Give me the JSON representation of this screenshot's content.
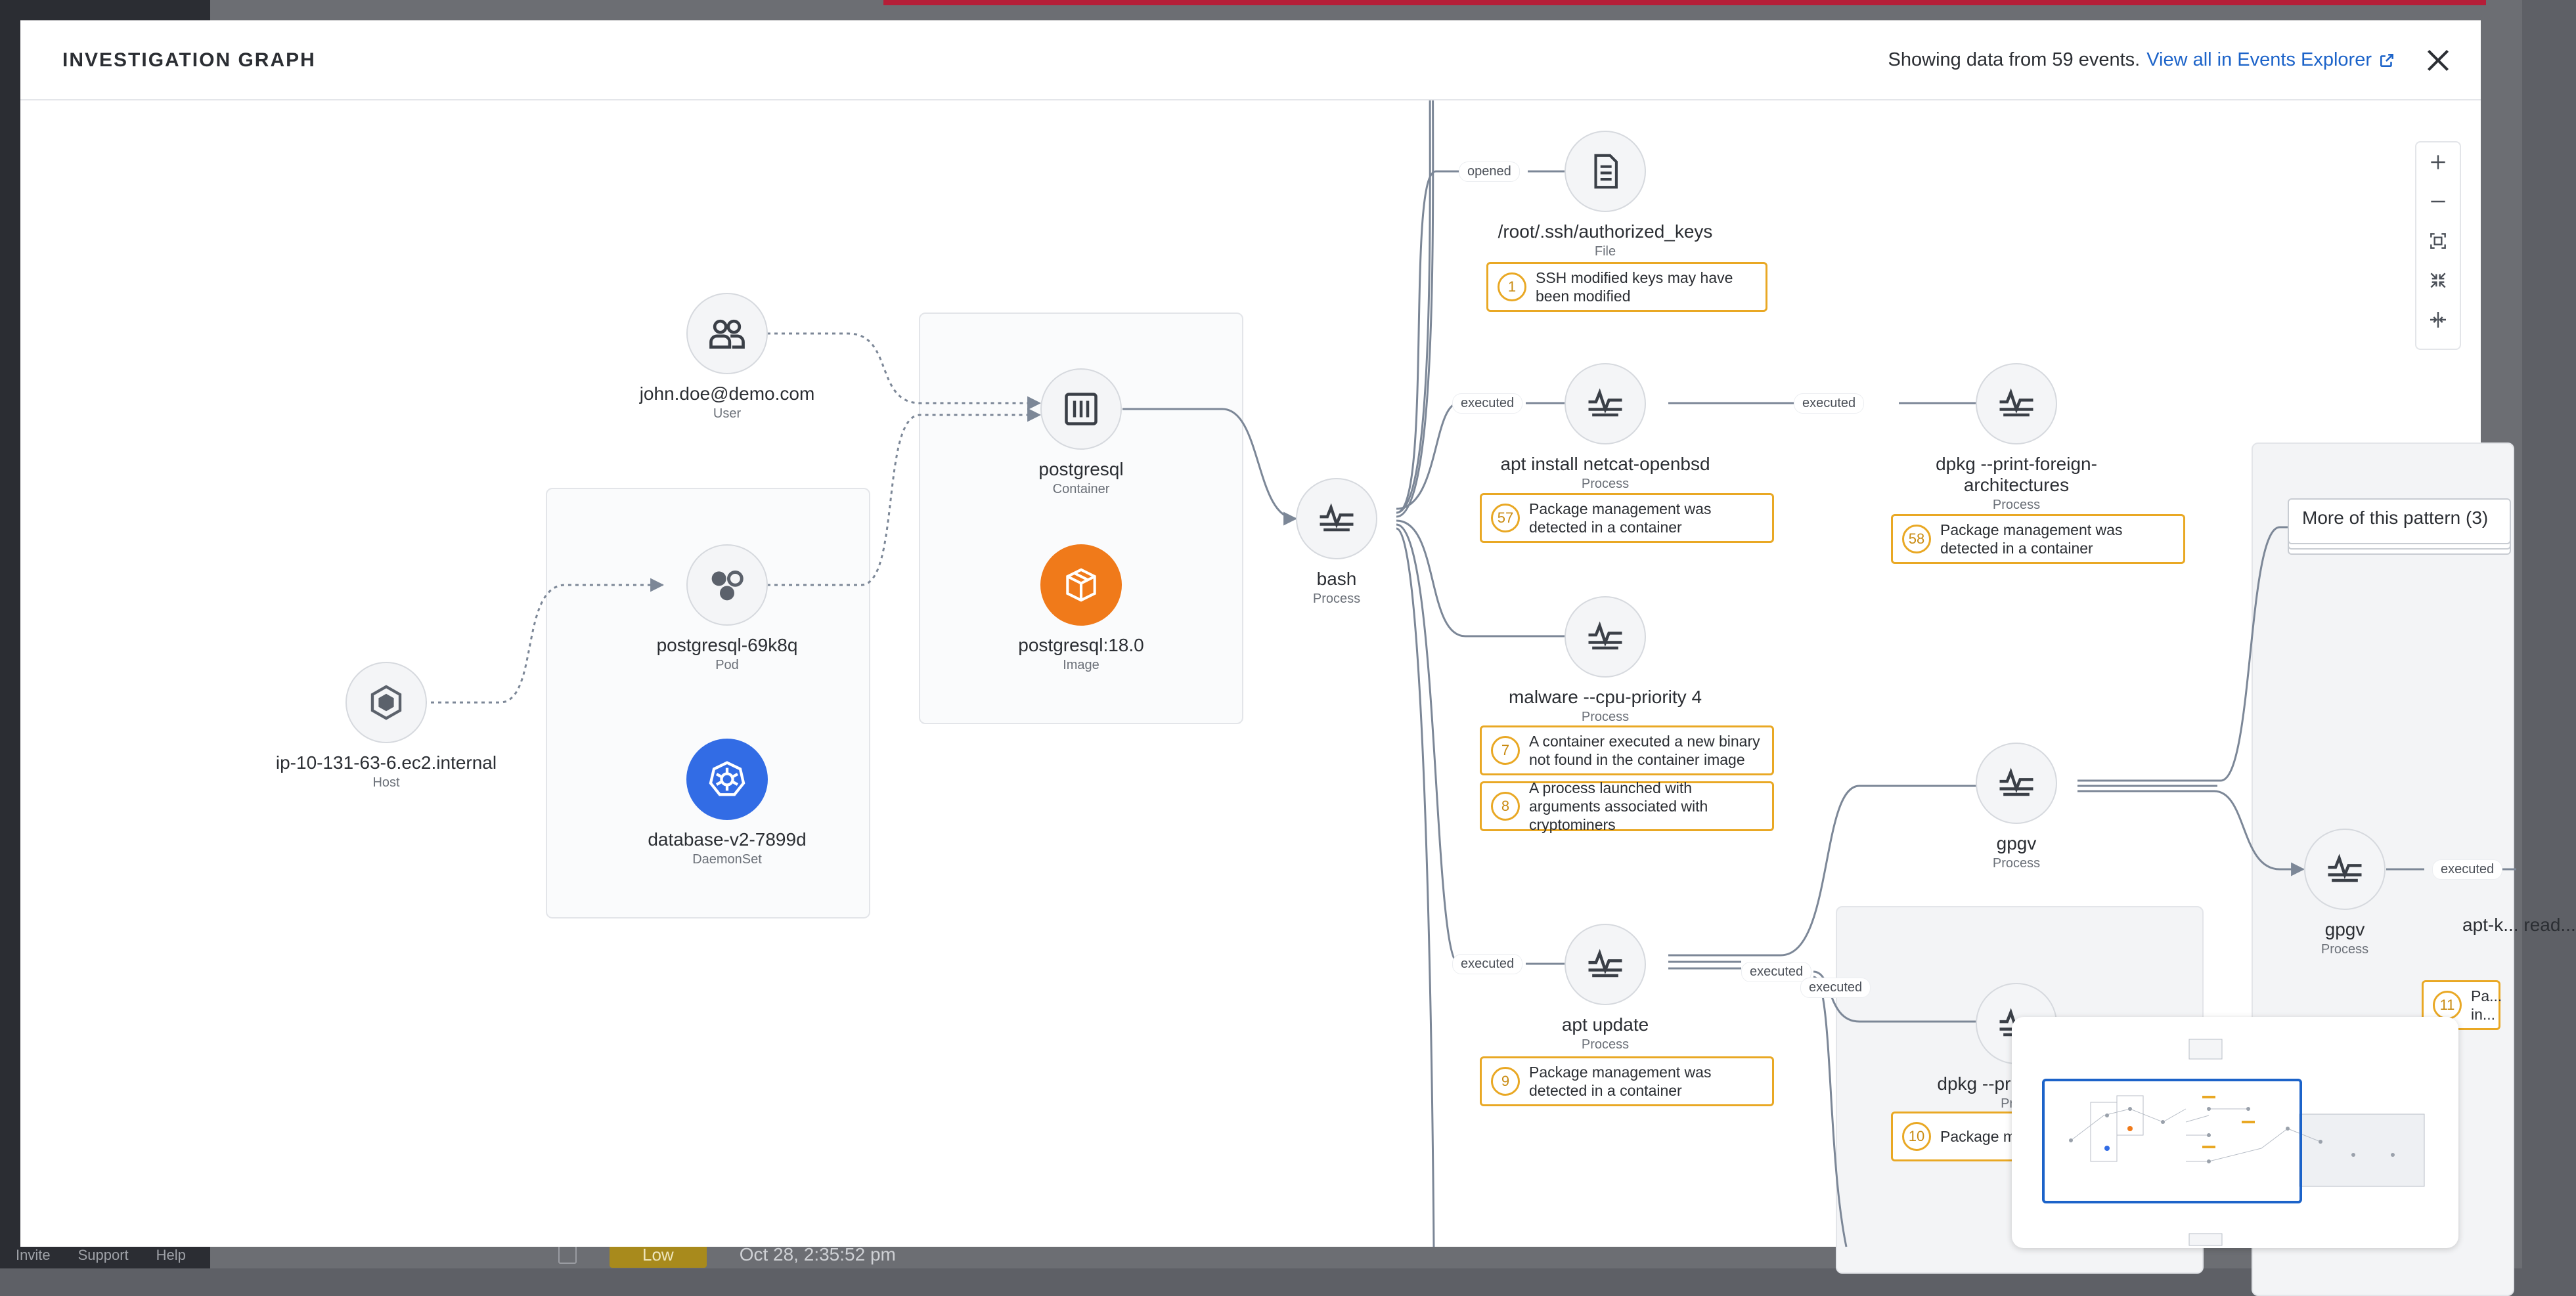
{
  "background": {
    "footer_links": [
      "Invite",
      "Support",
      "Help"
    ],
    "row": {
      "severity": "Low",
      "timestamp": "Oct 28, 2:35:52 pm"
    }
  },
  "modal": {
    "title": "INVESTIGATION GRAPH",
    "events_text": "Showing data from 59 events.",
    "events_link": "View all in Events Explorer"
  },
  "zoom_controls": [
    "zoom-in",
    "zoom-out",
    "fit-view",
    "collapse",
    "expand"
  ],
  "nodes": {
    "host": {
      "label": "ip-10-131-63-6.ec2.internal",
      "type": "Host",
      "icon": "hexagon-icon"
    },
    "user": {
      "label": "john.doe@demo.com",
      "type": "User",
      "icon": "users-icon"
    },
    "pod": {
      "label": "postgresql-69k8q",
      "type": "Pod",
      "icon": "pod-icon"
    },
    "daemonset": {
      "label": "database-v2-7899d",
      "type": "DaemonSet",
      "icon": "kubernetes-icon"
    },
    "container": {
      "label": "postgresql",
      "type": "Container",
      "icon": "container-icon"
    },
    "image": {
      "label": "postgresql:18.0",
      "type": "Image",
      "icon": "image-icon"
    },
    "bash": {
      "label": "bash",
      "type": "Process",
      "icon": "process-icon"
    },
    "file": {
      "label": "/root/.ssh/authorized_keys",
      "type": "File",
      "icon": "file-icon"
    },
    "apt_install": {
      "label": "apt install netcat-openbsd",
      "type": "Process",
      "icon": "process-icon"
    },
    "dpkg1": {
      "label": "dpkg --print-foreign-architectures",
      "type": "Process",
      "icon": "process-icon"
    },
    "malware": {
      "label": "malware --cpu-priority 4",
      "type": "Process",
      "icon": "process-icon"
    },
    "apt_update": {
      "label": "apt update",
      "type": "Process",
      "icon": "process-icon"
    },
    "gpgv1": {
      "label": "gpgv",
      "type": "Process",
      "icon": "process-icon"
    },
    "gpgv2": {
      "label": "gpgv",
      "type": "Process",
      "icon": "process-icon"
    },
    "dpkg2": {
      "label": "dpkg --pri... archit...",
      "type": "Pro...",
      "icon": "process-icon"
    },
    "aptk": {
      "label": "apt-k... read...",
      "type": "",
      "icon": ""
    }
  },
  "alerts": [
    {
      "num": "1",
      "text": "SSH modified keys may have been modified"
    },
    {
      "num": "57",
      "text": "Package management was detected in a container"
    },
    {
      "num": "58",
      "text": "Package management was detected in a container"
    },
    {
      "num": "7",
      "text": "A container executed a new binary not found in the container image"
    },
    {
      "num": "8",
      "text": "A process launched with arguments associated with cryptominers"
    },
    {
      "num": "9",
      "text": "Package management was detected in a container"
    },
    {
      "num": "10",
      "text": "Package manag... in a container"
    },
    {
      "num": "11",
      "text": "Pa... in..."
    }
  ],
  "edge_labels": {
    "opened": "opened",
    "executed": "executed"
  },
  "pattern_box": "More of this pattern (3)",
  "colors": {
    "link": "#1c63c9",
    "alert": "#e9a824",
    "edge": "#7c8797",
    "image_node": "#f07a1a",
    "k8s_node": "#326ce5"
  }
}
